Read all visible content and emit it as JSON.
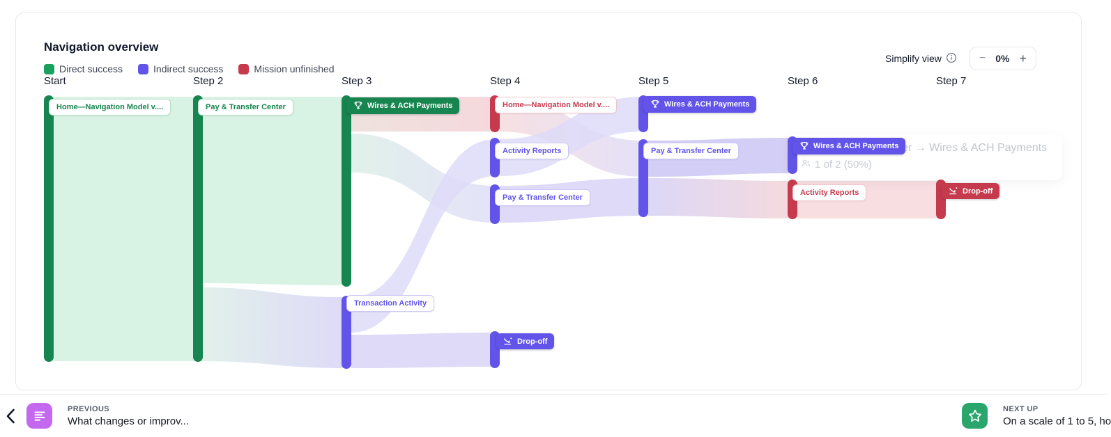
{
  "header": {
    "title": "Navigation overview",
    "legend": [
      {
        "label": "Direct success",
        "color": "#18a15c"
      },
      {
        "label": "Indirect success",
        "color": "#6254e8"
      },
      {
        "label": "Mission unfinished",
        "color": "#c63a4d"
      }
    ],
    "simplify_label": "Simplify view",
    "zoom_control": {
      "minus": "−",
      "value": "0%",
      "plus": "+"
    }
  },
  "columns": [
    "Start",
    "Step 2",
    "Step 3",
    "Step 4",
    "Step 5",
    "Step 6",
    "Step 7"
  ],
  "nodes": {
    "s1_home": "Home—Navigation Model v....",
    "s2_pay": "Pay & Transfer Center",
    "s3_wires": "Wires & ACH Payments",
    "s3_transaction": "Transaction Activity",
    "s4_home": "Home—Navigation Model v....",
    "s4_activity": "Activity Reports",
    "s4_pay": "Pay & Transfer Center",
    "s4_dropoff": "Drop-off",
    "s5_wires": "Wires & ACH Payments",
    "s5_pay": "Pay & Transfer Center",
    "s6_wires": "Wires & ACH Payments",
    "s6_activity": "Activity Reports",
    "s7_dropoff": "Drop-off"
  },
  "tooltip": {
    "path": "Pay & Transfer Center → Wires & ACH Payments",
    "stat": "1 of 2 (50%)"
  },
  "footer": {
    "previous_label": "PREVIOUS",
    "previous_text": "What changes or improv...",
    "next_label": "NEXT UP",
    "next_text": "On a scale of 1 to 5, ho"
  },
  "colors": {
    "direct_success": "#17854f",
    "indirect_success": "#6254e8",
    "mission_unfinished": "#c63a4d",
    "flow_green": "#d8f2e3",
    "flow_purple": "#dedaf8",
    "flow_pink": "#f8dee1"
  },
  "chart_data": {
    "type": "sankey",
    "title": "Navigation overview",
    "legend": [
      "Direct success",
      "Indirect success",
      "Mission unfinished"
    ],
    "columns": [
      "Start",
      "Step 2",
      "Step 3",
      "Step 4",
      "Step 5",
      "Step 6",
      "Step 7"
    ],
    "nodes": [
      {
        "column": "Start",
        "label": "Home—Navigation Model v....",
        "status": "direct-success"
      },
      {
        "column": "Step 2",
        "label": "Pay & Transfer Center",
        "status": "direct-success"
      },
      {
        "column": "Step 3",
        "label": "Wires & ACH Payments",
        "status": "direct-success",
        "milestone": true
      },
      {
        "column": "Step 3",
        "label": "Transaction Activity",
        "status": "indirect-success"
      },
      {
        "column": "Step 4",
        "label": "Home—Navigation Model v....",
        "status": "mission-unfinished"
      },
      {
        "column": "Step 4",
        "label": "Activity Reports",
        "status": "indirect-success"
      },
      {
        "column": "Step 4",
        "label": "Pay & Transfer Center",
        "status": "indirect-success"
      },
      {
        "column": "Step 4",
        "label": "Drop-off",
        "status": "indirect-success",
        "terminal": true
      },
      {
        "column": "Step 5",
        "label": "Wires & ACH Payments",
        "status": "indirect-success",
        "milestone": true
      },
      {
        "column": "Step 5",
        "label": "Pay & Transfer Center",
        "status": "indirect-success"
      },
      {
        "column": "Step 6",
        "label": "Wires & ACH Payments",
        "status": "indirect-success",
        "milestone": true
      },
      {
        "column": "Step 6",
        "label": "Activity Reports",
        "status": "mission-unfinished"
      },
      {
        "column": "Step 7",
        "label": "Drop-off",
        "status": "mission-unfinished",
        "terminal": true
      }
    ],
    "links": [
      {
        "source": "Start/Home—Navigation Model v....",
        "target": "Step 2/Pay & Transfer Center",
        "relative_size": 1.0
      },
      {
        "source": "Step 2/Pay & Transfer Center",
        "target": "Step 3/Wires & ACH Payments",
        "relative_size": 0.72
      },
      {
        "source": "Step 2/Pay & Transfer Center",
        "target": "Step 3/Transaction Activity",
        "relative_size": 0.28
      },
      {
        "source": "Step 3/Wires & ACH Payments",
        "target": "Step 4/Home—Navigation Model v....",
        "relative_size": 0.13
      },
      {
        "source": "Step 3/Wires & ACH Payments",
        "target": "Step 4/Pay & Transfer Center",
        "relative_size": 0.15
      },
      {
        "source": "Step 3/Transaction Activity",
        "target": "Step 4/Activity Reports",
        "relative_size": 0.14
      },
      {
        "source": "Step 3/Transaction Activity",
        "target": "Step 4/Drop-off",
        "relative_size": 0.13
      },
      {
        "source": "Step 4/Home—Navigation Model v....",
        "target": "Step 5/Pay & Transfer Center",
        "relative_size": 0.13
      },
      {
        "source": "Step 4/Activity Reports",
        "target": "Step 5/Wires & ACH Payments",
        "relative_size": 0.14
      },
      {
        "source": "Step 4/Pay & Transfer Center",
        "target": "Step 5/Pay & Transfer Center",
        "relative_size": 0.15
      },
      {
        "source": "Step 5/Pay & Transfer Center",
        "target": "Step 6/Wires & ACH Payments",
        "relative_size": 0.14,
        "highlighted_stat": "1 of 2 (50%)"
      },
      {
        "source": "Step 5/Pay & Transfer Center",
        "target": "Step 6/Activity Reports",
        "relative_size": 0.14
      },
      {
        "source": "Step 6/Activity Reports",
        "target": "Step 7/Drop-off",
        "relative_size": 0.14
      }
    ]
  }
}
